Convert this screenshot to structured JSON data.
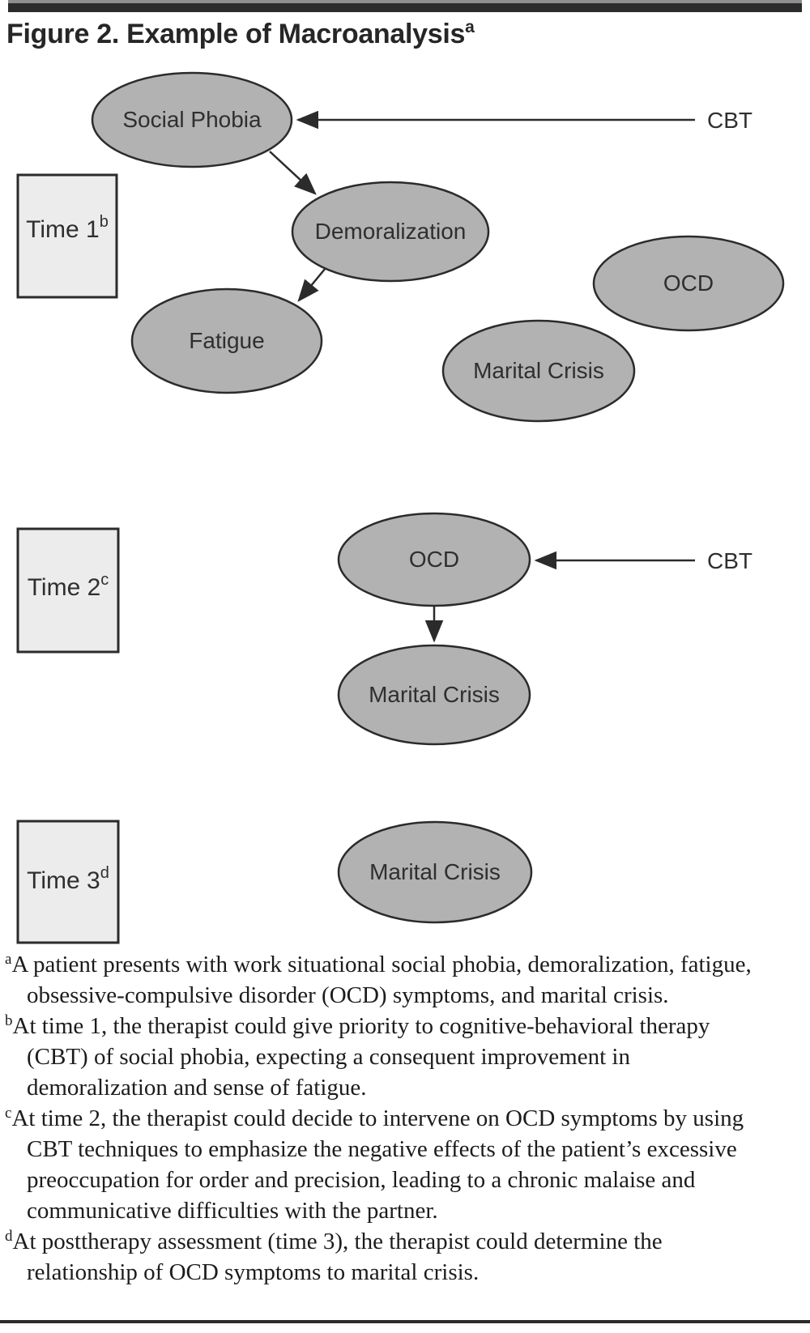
{
  "title": {
    "text": "Figure 2. Example of Macroanalysis",
    "superscript": "a"
  },
  "diagram": {
    "node_fill": "#b2b2b2",
    "box_fill": "#ececec",
    "stroke_color": "#2b2b2b",
    "time_sections": [
      {
        "label": "Time 1",
        "superscript": "b"
      },
      {
        "label": "Time 2",
        "superscript": "c"
      },
      {
        "label": "Time 3",
        "superscript": "d"
      }
    ],
    "nodes": {
      "social_phobia": "Social Phobia",
      "demoralization": "Demoralization",
      "fatigue": "Fatigue",
      "marital_crisis_t1": "Marital Crisis",
      "ocd_t1": "OCD",
      "ocd_t2": "OCD",
      "marital_crisis_t2": "Marital Crisis",
      "marital_crisis_t3": "Marital Crisis"
    },
    "cbt_labels": {
      "time1": "CBT",
      "time2": "CBT"
    }
  },
  "footnotes": [
    {
      "marker": "a",
      "text": "A patient presents with work situational social phobia, demoralization, fatigue, obsessive-compulsive disorder (OCD) symptoms, and marital crisis."
    },
    {
      "marker": "b",
      "text": "At time 1, the therapist could give priority to cognitive-behavioral therapy (CBT) of social phobia, expecting a consequent improvement in demoralization and sense of fatigue."
    },
    {
      "marker": "c",
      "text": "At time 2, the therapist could decide to intervene on OCD symptoms by using CBT techniques to emphasize the negative effects of the patient’s excessive preoccupation for order and precision, leading to a chronic malaise and communicative difficulties with the partner."
    },
    {
      "marker": "d",
      "text": "At posttherapy assessment (time 3), the therapist could determine the relationship of OCD symptoms to marital crisis."
    }
  ]
}
